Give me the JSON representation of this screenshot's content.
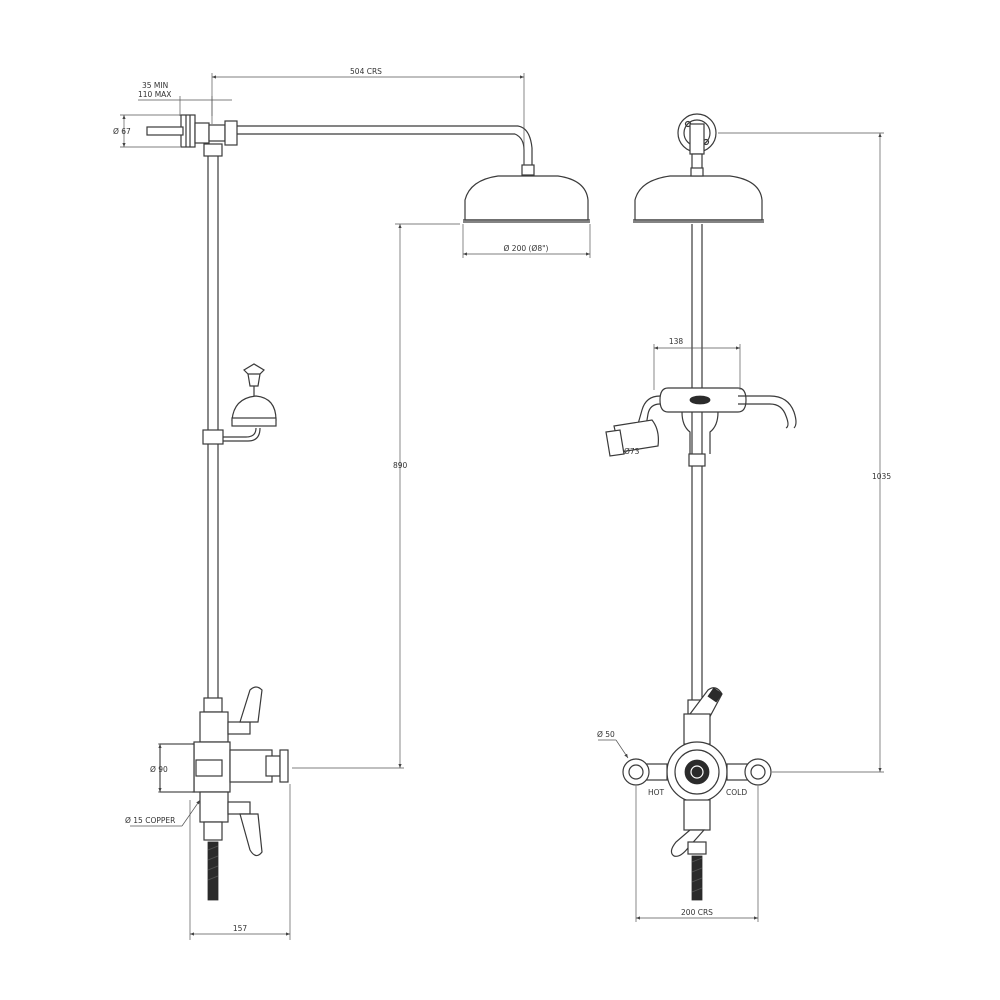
{
  "dimensions": {
    "crs_504": "504 CRS",
    "min_35": "35 MIN",
    "max_110": "110 MAX",
    "dia_67": "Ø 67",
    "dia_200": "Ø 200 (Ø8\")",
    "h_890": "890",
    "h_1035": "1035",
    "w_138": "138",
    "dia_73": "Ø73",
    "dia_90": "Ø 90",
    "copper_15": "Ø 15 COPPER",
    "w_157": "157",
    "dia_50": "Ø 50",
    "crs_200": "200 CRS"
  },
  "labels": {
    "hot": "HOT",
    "cold": "COLD"
  }
}
